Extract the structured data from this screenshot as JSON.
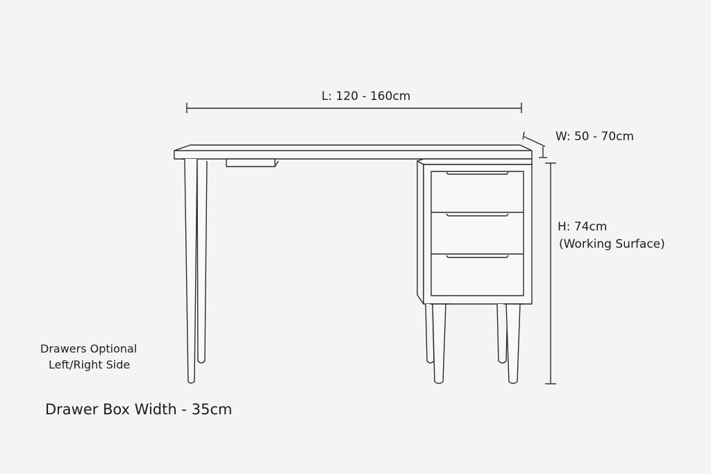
{
  "diagram": {
    "subject": "Desk with drawer unit - dimension drawing",
    "dimensions": {
      "length": "L: 120 - 160cm",
      "width": "W: 50 - 70cm",
      "height": "H: 74cm",
      "height_note": "(Working Surface)"
    },
    "notes": {
      "drawers_line1": "Drawers Optional",
      "drawers_line2": "Left/Right Side",
      "drawer_box": "Drawer Box Width - 35cm"
    },
    "drawer_count": 3,
    "colors": {
      "background": "#f4f4f3",
      "line": "#2a2a2a",
      "text": "#1c1c1c"
    }
  }
}
